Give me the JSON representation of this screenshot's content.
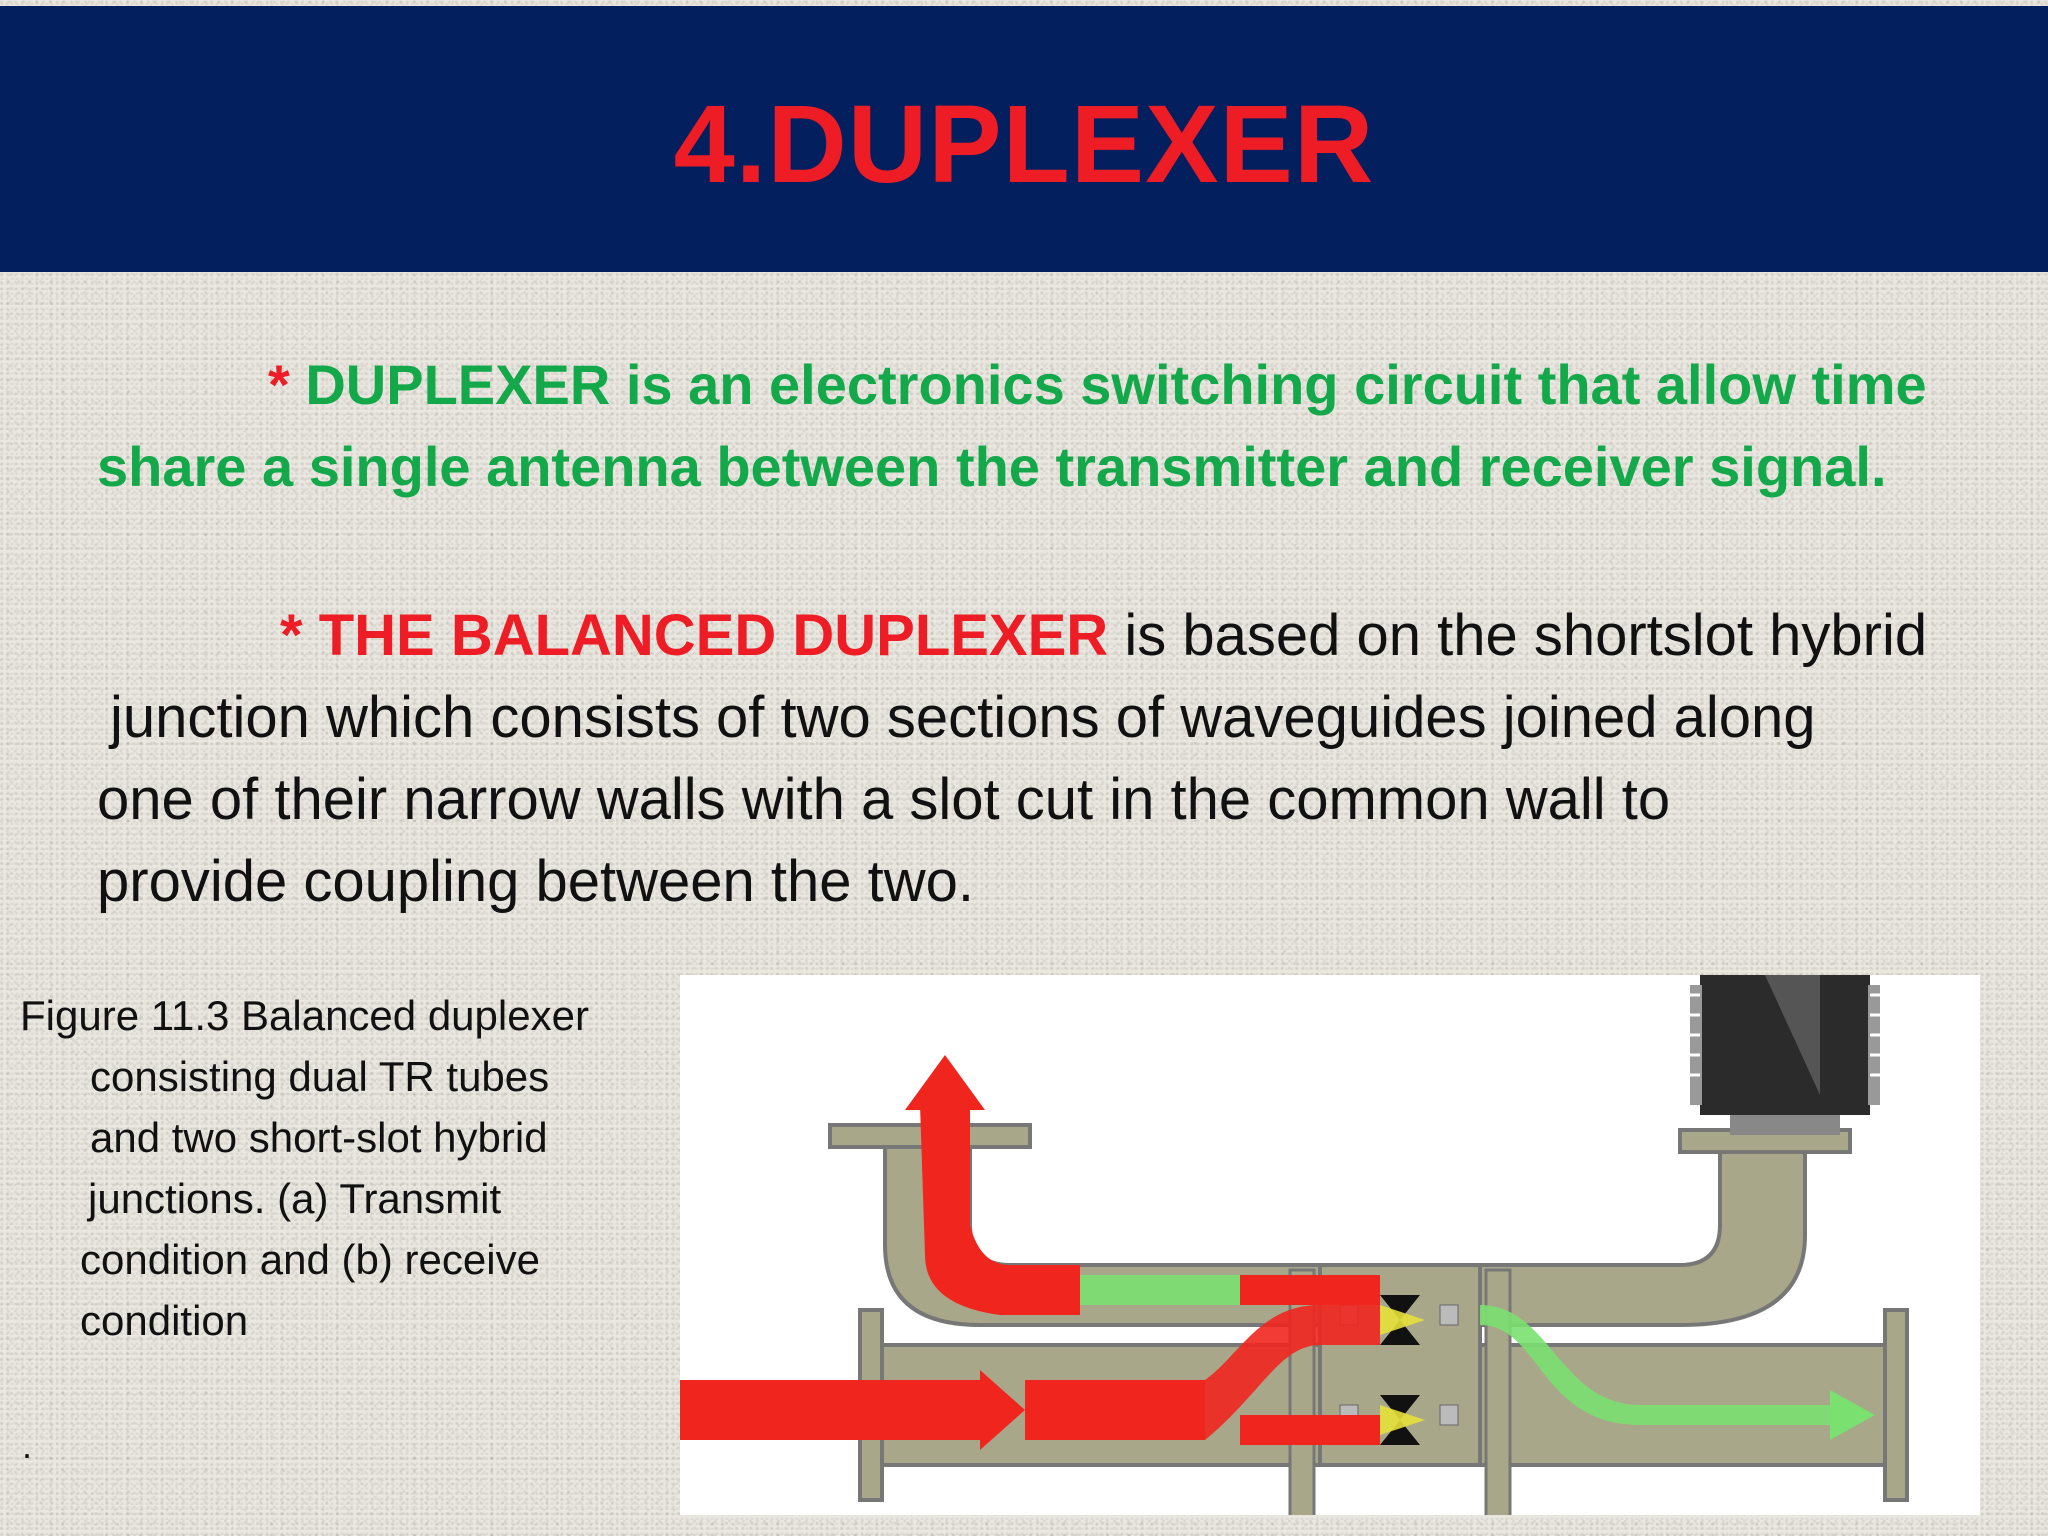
{
  "slide": {
    "title": "4.DUPLEXER",
    "paragraph1": {
      "bullet": "*",
      "line1": "DUPLEXER is an electronics switching circuit that allow time",
      "line2": "share a single antenna between the transmitter and receiver signal."
    },
    "paragraph2": {
      "bullet": "*",
      "highlight": "THE BALANCED DUPLEXER",
      "line1_rest": " is based on the shortslot hybrid",
      "line2": "junction which consists of two sections of waveguides joined along",
      "line3": "one of their narrow walls with a slot cut in the common wall to",
      "line4": "provide coupling between the two."
    },
    "caption": {
      "line1": "Figure 11.3 Balanced duplexer",
      "line2": "consisting dual TR tubes",
      "line3": "and two short-slot hybrid",
      "line4": "junctions. (a) Transmit",
      "line5": "condition and (b) receive",
      "line6": "condition"
    },
    "stray_mark": "."
  },
  "colors": {
    "title_bar": "#041f5d",
    "title_text": "#ee1c25",
    "green_text": "#13a84a",
    "red_text": "#ee1c25",
    "waveguide": "#a8a78a",
    "transmit_flow": "#f0261e",
    "receive_flow": "#7ae070",
    "tube": "#2b2b2b"
  }
}
